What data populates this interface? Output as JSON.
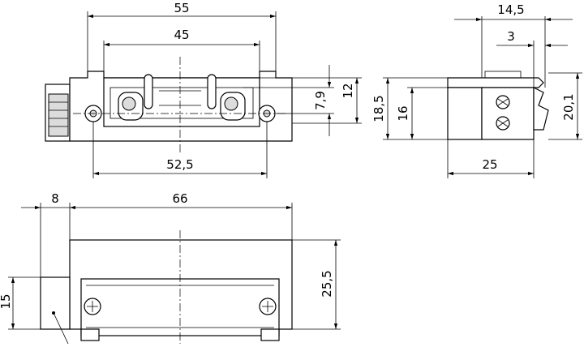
{
  "dims": {
    "d55": "55",
    "d45": "45",
    "d52_5": "52,5",
    "d7_9": "7,9",
    "d12": "12",
    "d14_5": "14,5",
    "d3": "3",
    "d18_5": "18,5",
    "d16": "16",
    "d20_1": "20,1",
    "d25": "25",
    "d8": "8",
    "d66": "66",
    "d15": "15",
    "d25_5": "25,5"
  }
}
